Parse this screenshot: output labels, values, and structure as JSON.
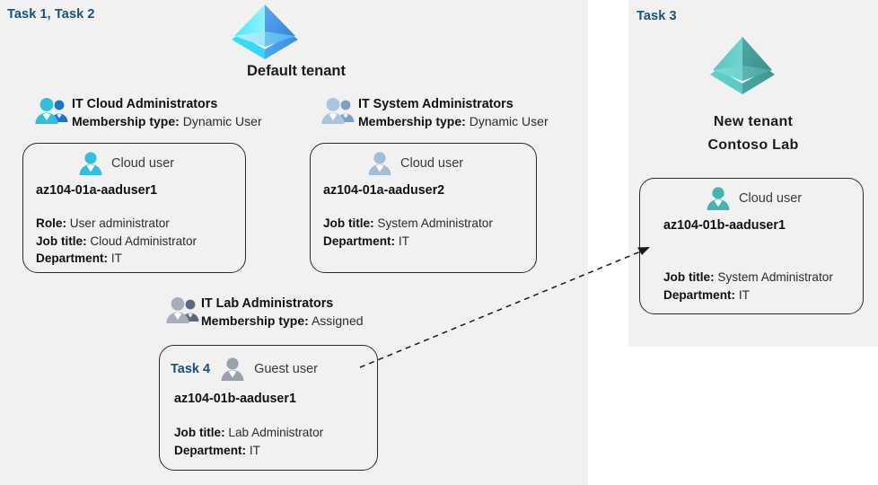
{
  "diagram": {
    "title": "Azure AD tenants, groups and users task diagram",
    "colors": {
      "panel_bg": "#f1f1f1",
      "page_bg": "#ffffff",
      "task_label": "#15537f",
      "card_border": "#2b2b2b",
      "tenant_blue_light": "#50e6ff",
      "tenant_blue_dark": "#3b8cea",
      "tenant_teal_light": "#5cc8c8",
      "tenant_teal_dark": "#3f9a96",
      "user_cyan": "#32bedd",
      "user_steel": "#a3bcd8",
      "user_teal": "#46b3ad",
      "user_gray": "#9aa1ad"
    }
  },
  "left_panel": {
    "task_label": "Task 1, Task 2",
    "tenant": {
      "icon": "azure-tenant-icon",
      "name": "Default tenant"
    },
    "groups": [
      {
        "icon": "users-group-icon",
        "title": "IT Cloud Administrators",
        "membership_label": "Membership type:",
        "membership_value": "Dynamic User",
        "card": {
          "user_type_icon": "cloud-user-icon",
          "user_type": "Cloud user",
          "name": "az104-01a-aaduser1",
          "props": [
            {
              "label": "Role:",
              "value": "User administrator"
            },
            {
              "label": "Job title:",
              "value": "Cloud Administrator"
            },
            {
              "label": "Department:",
              "value": "IT"
            }
          ]
        }
      },
      {
        "icon": "users-group-icon",
        "title": "IT System Administrators",
        "membership_label": "Membership type:",
        "membership_value": "Dynamic User",
        "card": {
          "user_type_icon": "cloud-user-icon",
          "user_type": "Cloud user",
          "name": "az104-01a-aaduser2",
          "props": [
            {
              "label": "Job title:",
              "value": "System Administrator"
            },
            {
              "label": "Department:",
              "value": "IT"
            }
          ]
        }
      },
      {
        "icon": "users-group-icon",
        "title": "IT Lab Administrators",
        "membership_label": "Membership type:",
        "membership_value": "Assigned",
        "card": {
          "task_badge": "Task 4",
          "user_type_icon": "guest-user-icon",
          "user_type": "Guest user",
          "name": "az104-01b-aaduser1",
          "props": [
            {
              "label": "Job title:",
              "value": "Lab Administrator"
            },
            {
              "label": "Department:",
              "value": "IT"
            }
          ]
        }
      }
    ]
  },
  "right_panel": {
    "task_label": "Task 3",
    "tenant": {
      "icon": "azure-tenant-icon",
      "name_line1": "New  tenant",
      "name_line2": "Contoso Lab"
    },
    "card": {
      "user_type_icon": "cloud-user-icon",
      "user_type": "Cloud user",
      "name": "az104-01b-aaduser1",
      "props": [
        {
          "label": "Job title:",
          "value": "System Administrator"
        },
        {
          "label": "Department:",
          "value": "IT"
        }
      ]
    }
  },
  "connector": {
    "name": "guest-invite-arrow",
    "style": "dashed-arrow",
    "from": "IT Lab Administrators guest user card",
    "to": "Contoso Lab cloud user card"
  }
}
